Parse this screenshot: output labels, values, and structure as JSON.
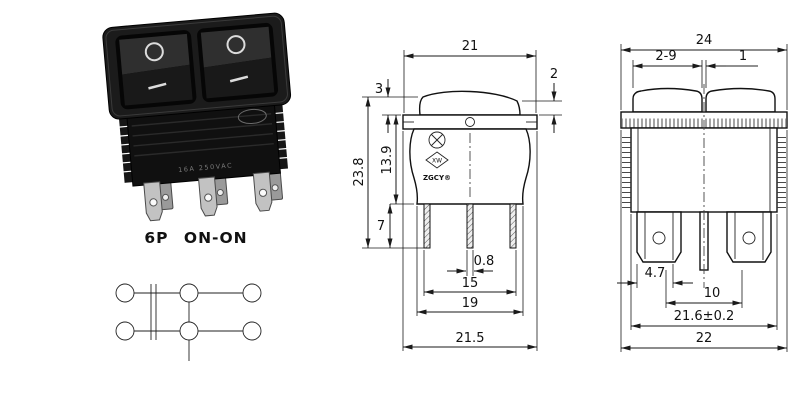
{
  "illustration": {
    "caption": "6P ON-ON",
    "body_marking": "16A 250VAC"
  },
  "side_view": {
    "logo": {
      "monogram": "XW",
      "brand": "ZGCY®"
    },
    "dims": {
      "top_width": "21",
      "rocker_lip": "2",
      "rocker_height": "3",
      "body_depth": "13.9",
      "total_height": "23.8",
      "terminal_length": "7",
      "terminal_thickness": "0.8",
      "terminal_span": "15",
      "body_width": "19",
      "flange_width": "21.5"
    }
  },
  "front_view": {
    "dims": {
      "top_width": "24",
      "rocker_width": "2-9",
      "divider_width": "1",
      "terminal_width": "4.7",
      "terminal_pitch": "10",
      "body_width": "21.6±0.2",
      "flange_width": "22"
    }
  }
}
